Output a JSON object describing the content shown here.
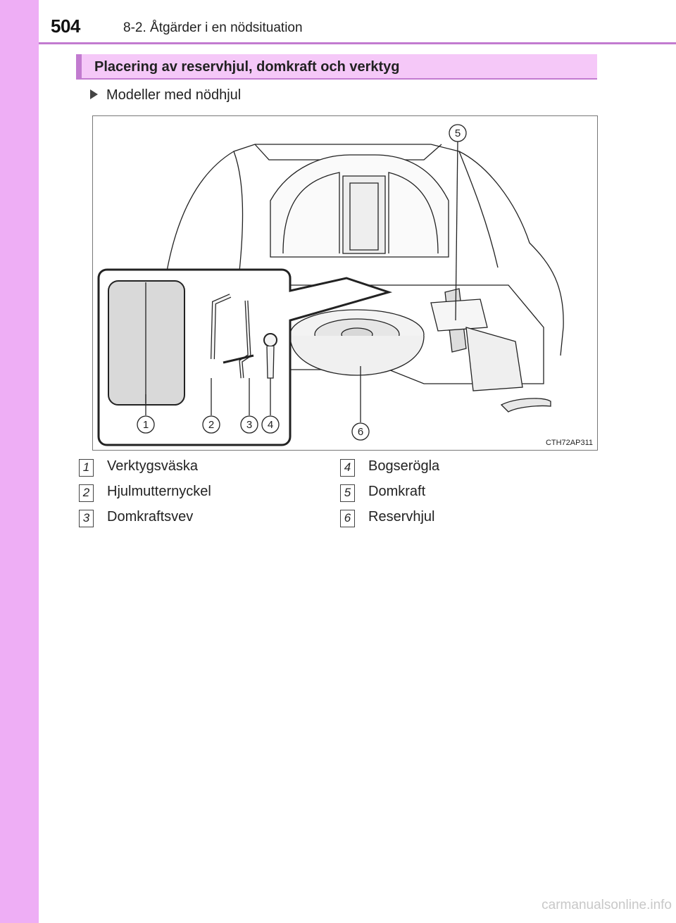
{
  "header": {
    "page_number": "504",
    "chapter": "8-2. Åtgärder i en nödsituation"
  },
  "section": {
    "title": "Placering av reservhjul, domkraft och verktyg"
  },
  "subheading": "Modeller med nödhjul",
  "figure": {
    "code": "CTH72AP311",
    "callouts": [
      "1",
      "2",
      "3",
      "4",
      "5",
      "6"
    ]
  },
  "legend": [
    {
      "num": "1",
      "label": " Verktygsväska"
    },
    {
      "num": "2",
      "label": "Hjulmutternyckel"
    },
    {
      "num": "3",
      "label": "Domkraftsvev"
    },
    {
      "num": "4",
      "label": "Bogserögla"
    },
    {
      "num": "5",
      "label": "Domkraft"
    },
    {
      "num": "6",
      "label": "Reservhjul"
    }
  ],
  "watermark": "carmanualsonline.info",
  "colors": {
    "sidebar": "#eeaef5",
    "accent": "#c27bd0",
    "section_bar": "#f5c8f8"
  }
}
